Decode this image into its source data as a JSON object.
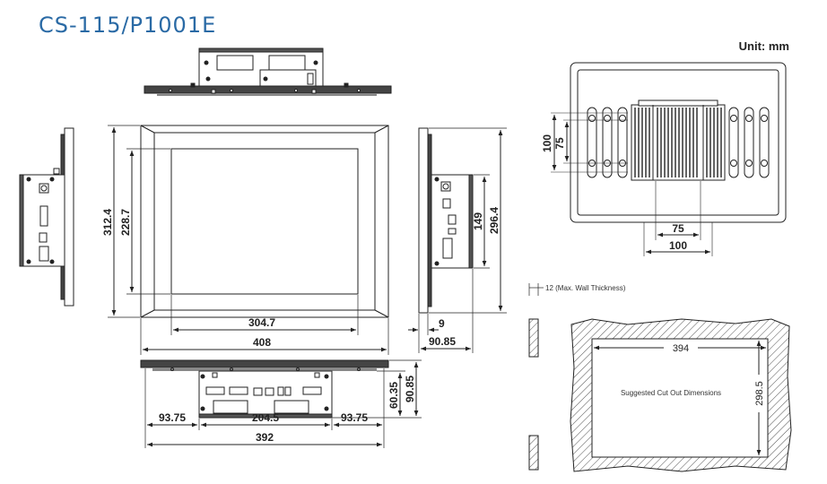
{
  "title": "CS-115/P1001E",
  "unit": "Unit: mm",
  "front": {
    "w_outer": "408",
    "w_inner": "304.7",
    "h_outer": "312.4",
    "h_inner": "228.7"
  },
  "side": {
    "h_outer": "296.4",
    "h_inner": "149",
    "d_bezel": "9",
    "d_total": "90.85"
  },
  "bottom": {
    "left": "93.75",
    "mid": "204.5",
    "right": "93.75",
    "total": "392",
    "h1": "60.35",
    "h2": "90.85"
  },
  "rear": {
    "v100": "100",
    "v75": "75",
    "h75": "75",
    "h100": "100"
  },
  "cutout": {
    "wall": "12 (Max. Wall Thickness)",
    "w": "394",
    "h": "298.5",
    "label": "Suggested Cut Out Dimensions"
  }
}
